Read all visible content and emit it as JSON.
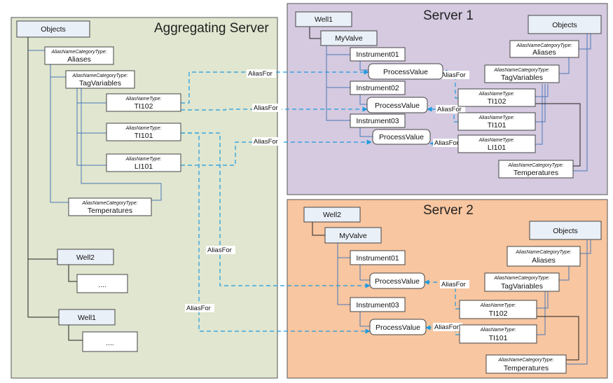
{
  "panels": {
    "aggregating": {
      "title": "Aggregating Server",
      "color": "#e0e6cf"
    },
    "server1": {
      "title": "Server 1",
      "color": "#d5cae0"
    },
    "server2": {
      "title": "Server 2",
      "color": "#f8c6a0"
    }
  },
  "type_labels": {
    "category": "AliasNameCategoryType:",
    "alias": "AliasNameType:"
  },
  "alias_for": "AliasFor",
  "aggregating": {
    "objects": "Objects",
    "aliases": "Aliases",
    "tag_variables": "TagVariables",
    "ti102": "TI102",
    "ti101": "TI101",
    "li101": "LI101",
    "temperatures": "Temperatures",
    "well2": "Well2",
    "well2_more": "....",
    "well1": "Well1",
    "well1_more": "...."
  },
  "server1": {
    "well": "Well1",
    "valve": "MyValve",
    "instrument01": "Instrument01",
    "pv1": "ProcessValue",
    "instrument02": "Instrument02",
    "pv2": "ProcessValue",
    "instrument03": "Instrument03",
    "pv3": "ProcessValue",
    "objects": "Objects",
    "aliases": "Aliases",
    "tag_variables": "TagVariables",
    "ti102": "TI102",
    "ti101": "TI101",
    "li101": "LI101",
    "temperatures": "Temperatures"
  },
  "server2": {
    "well": "Well2",
    "valve": "MyValve",
    "instrument01": "Instrument01",
    "pv1": "ProcessValue",
    "instrument03": "Instrument03",
    "pv3": "ProcessValue",
    "objects": "Objects",
    "aliases": "Aliases",
    "tag_variables": "TagVariables",
    "ti102": "TI102",
    "ti101": "TI101",
    "temperatures": "Temperatures"
  }
}
